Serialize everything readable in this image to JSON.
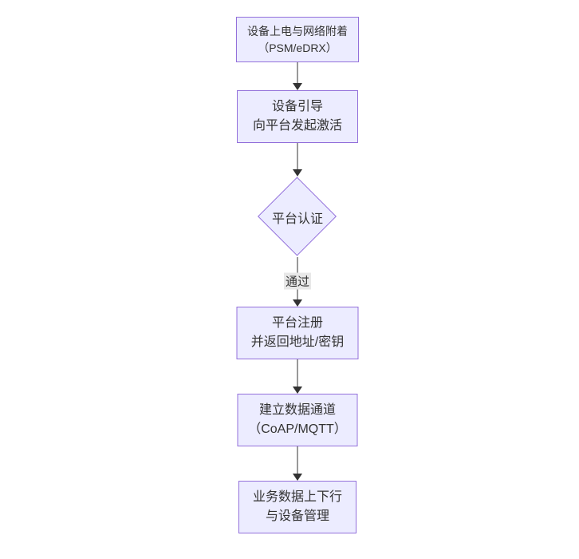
{
  "colors": {
    "node_fill": "#ECECFF",
    "node_border": "#9370DB",
    "edge_line": "#333333",
    "text": "#333333",
    "edge_label_bg": "#e8e8e8",
    "background": "#ffffff"
  },
  "flowchart": {
    "direction": "top-down",
    "nodes": [
      {
        "id": "n1",
        "shape": "rect",
        "lines": [
          "设备上电与网络附着",
          "（PSM/eDRX）"
        ]
      },
      {
        "id": "n2",
        "shape": "rect",
        "lines": [
          "设备引导",
          "向平台发起激活"
        ]
      },
      {
        "id": "n3",
        "shape": "diamond",
        "lines": [
          "平台认证"
        ]
      },
      {
        "id": "n4",
        "shape": "rect",
        "lines": [
          "平台注册",
          "并返回地址/密钥"
        ]
      },
      {
        "id": "n5",
        "shape": "rect",
        "lines": [
          "建立数据通道",
          "（CoAP/MQTT）"
        ]
      },
      {
        "id": "n6",
        "shape": "rect",
        "lines": [
          "业务数据上下行",
          "与设备管理"
        ]
      }
    ],
    "edges": [
      {
        "from": "n1",
        "to": "n2",
        "label": ""
      },
      {
        "from": "n2",
        "to": "n3",
        "label": ""
      },
      {
        "from": "n3",
        "to": "n4",
        "label": "通过"
      },
      {
        "from": "n4",
        "to": "n5",
        "label": ""
      },
      {
        "from": "n5",
        "to": "n6",
        "label": ""
      }
    ]
  }
}
